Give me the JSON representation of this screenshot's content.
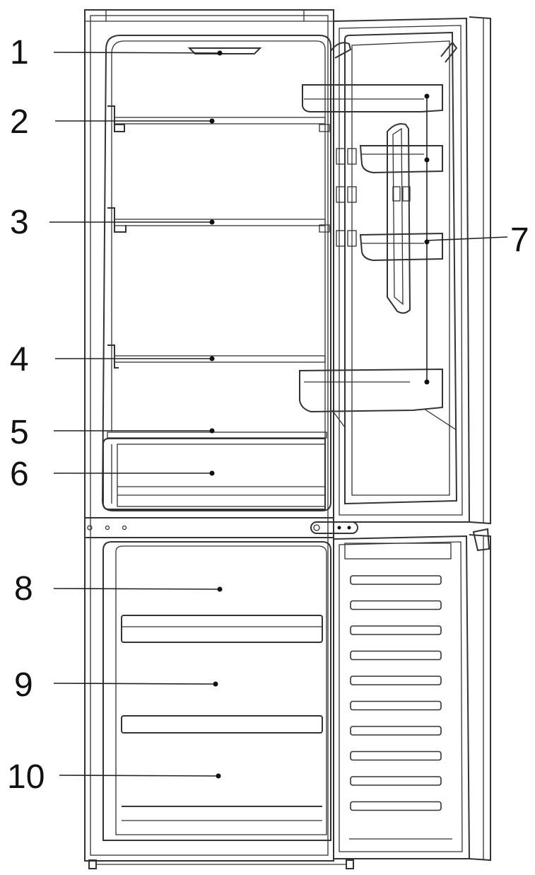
{
  "callouts": [
    {
      "label": "1"
    },
    {
      "label": "2"
    },
    {
      "label": "3"
    },
    {
      "label": "4"
    },
    {
      "label": "5"
    },
    {
      "label": "6"
    },
    {
      "label": "7"
    },
    {
      "label": "8"
    },
    {
      "label": "9"
    },
    {
      "label": "10"
    }
  ]
}
